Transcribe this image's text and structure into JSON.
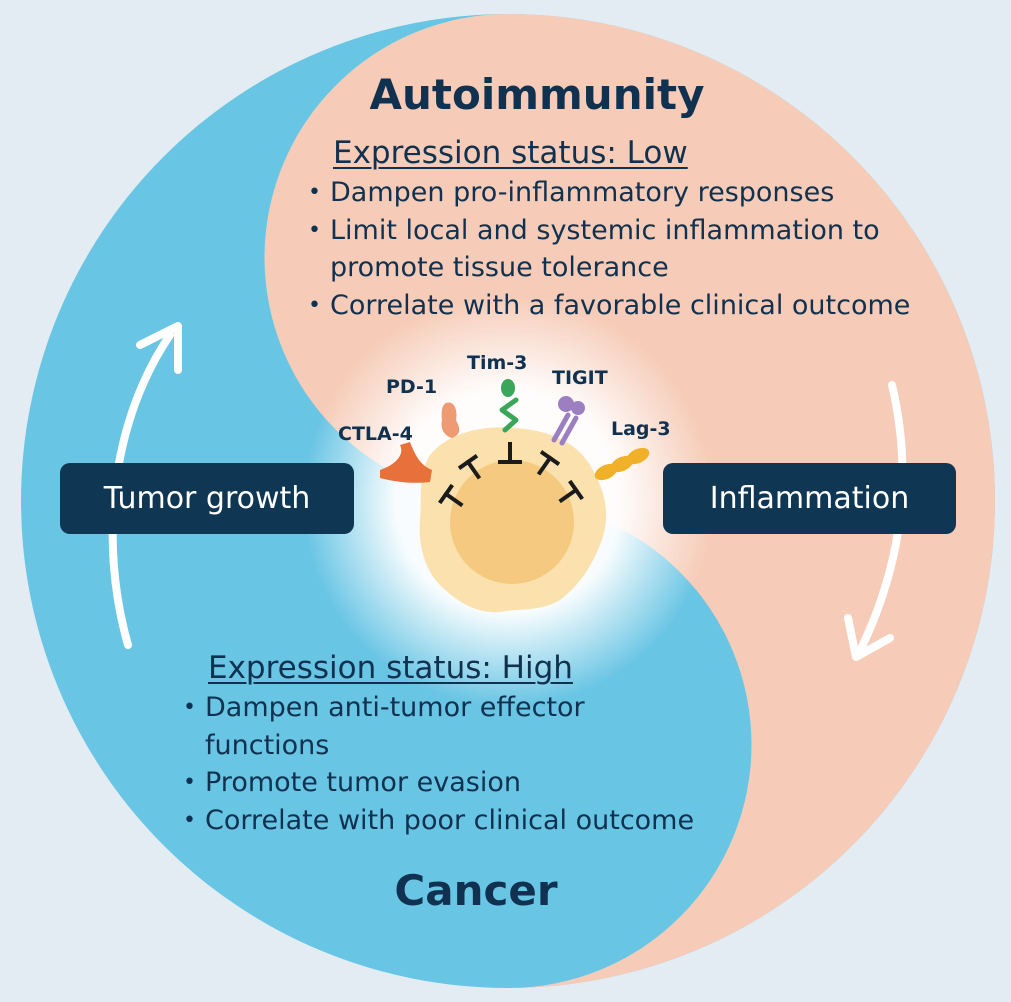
{
  "colors": {
    "background": "#e2ecf2",
    "cancer_region": "#69c5e4",
    "autoimmunity_region": "#f6ccb8",
    "label_box": "#0f3652",
    "text": "#10314f",
    "cell_body": "#fbe1ad",
    "cell_nucleus": "#f5c97f"
  },
  "autoimmunity": {
    "title": "Autoimmunity",
    "status_heading": "Expression status: Low",
    "bullets": [
      "Dampen pro-inflammatory responses",
      "Limit local and systemic inflammation to promote tissue tolerance",
      "Correlate with a favorable clinical outcome"
    ]
  },
  "cancer": {
    "title": "Cancer",
    "status_heading": "Expression status: High",
    "bullets": [
      "Dampen anti-tumor effector functions",
      "Promote tumor evasion",
      "Correlate with poor clinical outcome"
    ]
  },
  "boxes": {
    "left": "Tumor growth",
    "right": "Inflammation"
  },
  "receptors": [
    {
      "label": "CTLA-4",
      "color": "#e8703a"
    },
    {
      "label": "PD-1",
      "color": "#ee9a73"
    },
    {
      "label": "Tim-3",
      "color": "#3aa65a"
    },
    {
      "label": "TIGIT",
      "color": "#9b7fc0"
    },
    {
      "label": "Lag-3",
      "color": "#f0b028"
    }
  ]
}
